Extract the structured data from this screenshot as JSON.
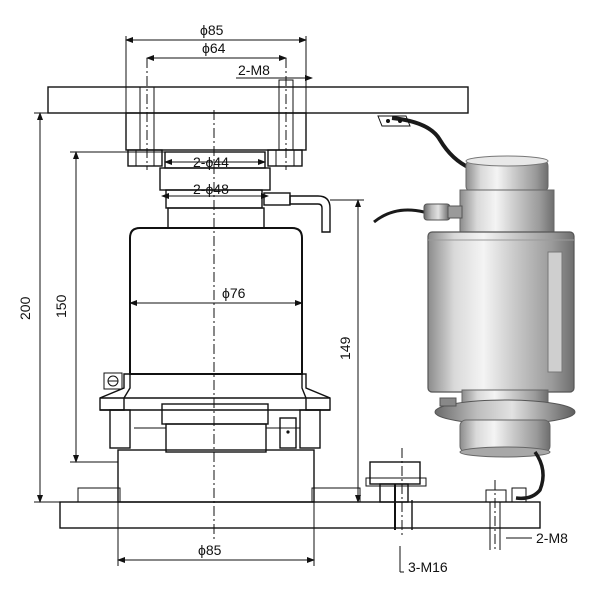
{
  "dimensions": {
    "top_outer_diameter": "ϕ85",
    "top_inner_diameter": "ϕ64",
    "top_bolts": "2-M8",
    "pad_diameter_1": "2-ϕ44",
    "pad_diameter_2": "2-ϕ48",
    "body_diameter": "ϕ76",
    "overall_height": "200",
    "body_height": "150",
    "sensor_height": "149",
    "base_diameter": "ϕ85",
    "anchor_bolts": "3-M16",
    "bottom_bolts": "2-M8"
  },
  "colors": {
    "line": "#111111",
    "steel_light": "#e6e6e6",
    "steel_mid": "#b5b5b5",
    "steel_dark": "#7a7a7a",
    "cable": "#1a1a1a"
  }
}
